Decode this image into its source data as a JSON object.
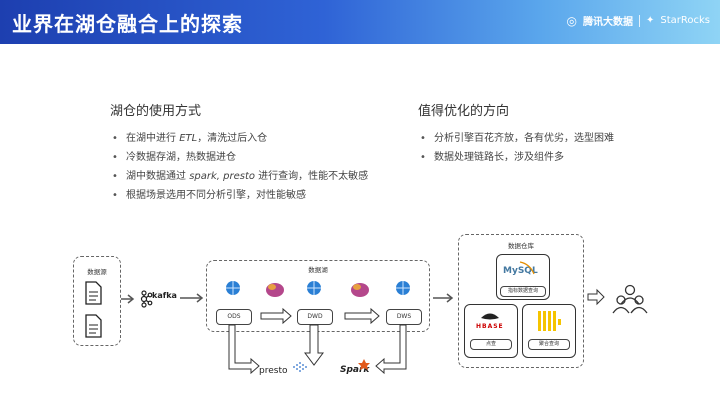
{
  "header": {
    "title": "业界在湖仓融合上的探索",
    "logo_tencent": "腾讯大数据",
    "logo_starrocks": "StarRocks"
  },
  "left": {
    "heading": "湖仓的使用方式",
    "items": [
      {
        "pre": "在湖中进行 ",
        "em": "ETL",
        "post": "，清洗过后入仓"
      },
      {
        "pre": "冷数据存湖，热数据进仓",
        "em": "",
        "post": ""
      },
      {
        "pre": "湖中数据通过 ",
        "em": "spark, presto",
        "post": " 进行查询，性能不太敏感"
      },
      {
        "pre": "根据场景选用不同分析引擎，对性能敏感",
        "em": "",
        "post": ""
      }
    ]
  },
  "right": {
    "heading": "值得优化的方向",
    "items": [
      "分析引擎百花齐放，各有优劣，选型困难",
      "数据处理链路长，涉及组件多"
    ]
  },
  "diagram": {
    "source_label": "数据源",
    "kafka": "kafka",
    "lake_label": "数据湖",
    "layers": [
      "ODS",
      "DWD",
      "DWS"
    ],
    "presto": "presto",
    "spark": "Spark",
    "warehouse_label": "数据仓库",
    "mysql": "MySQL",
    "mysql_caption": "指标数据查询",
    "hbase": "HBASE",
    "hbase_caption": "点查",
    "agg_caption": "聚合查询"
  },
  "colors": {
    "header_start": "#1d3fb0",
    "header_end": "#8fd4f5"
  }
}
